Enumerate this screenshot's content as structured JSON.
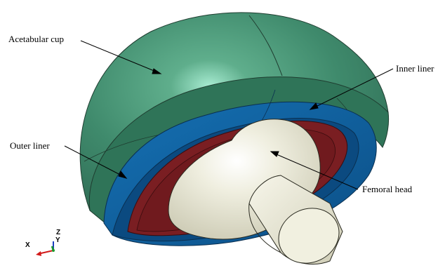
{
  "labels": {
    "acetabular_cup": "Acetabular cup",
    "inner_liner": "Inner liner",
    "outer_liner": "Outer liner",
    "femoral_head": "Femoral head"
  },
  "triad": {
    "x": "X",
    "y": "Y",
    "z": "Z"
  },
  "colors": {
    "cup": "#3f8a6c",
    "cup_rim": "#2c6a50",
    "outer_liner": "#0f5f9e",
    "outer_liner_dark": "#0a3f6e",
    "inner_liner": "#7a1e22",
    "femoral_head": "#e8e6d2"
  }
}
